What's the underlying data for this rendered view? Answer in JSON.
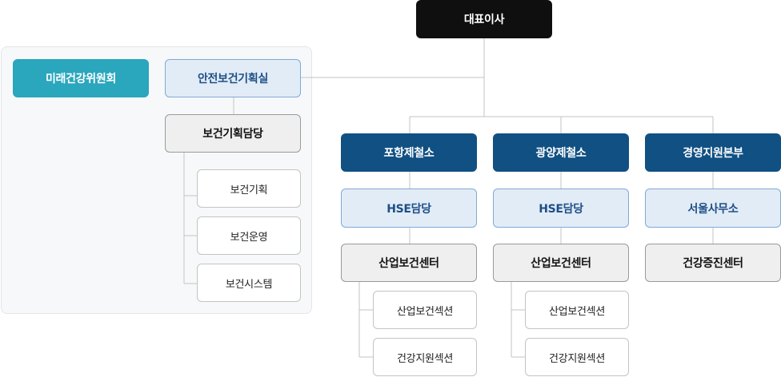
{
  "ceo": "대표이사",
  "left_group": {
    "committee": "미래건강위원회",
    "office": "안전보건기획실",
    "team": "보건기획담당",
    "subunits": [
      "보건기획",
      "보건운영",
      "보건시스템"
    ]
  },
  "branches": [
    {
      "name": "포항제철소",
      "hse": "HSE담당",
      "center": "산업보건센터",
      "sections": [
        "산업보건섹션",
        "건강지원섹션"
      ]
    },
    {
      "name": "광양제철소",
      "hse": "HSE담당",
      "center": "산업보건센터",
      "sections": [
        "산업보건섹션",
        "건강지원섹션"
      ]
    },
    {
      "name": "경영지원본부",
      "office": "서울사무소",
      "center": "건강증진센터"
    }
  ]
}
